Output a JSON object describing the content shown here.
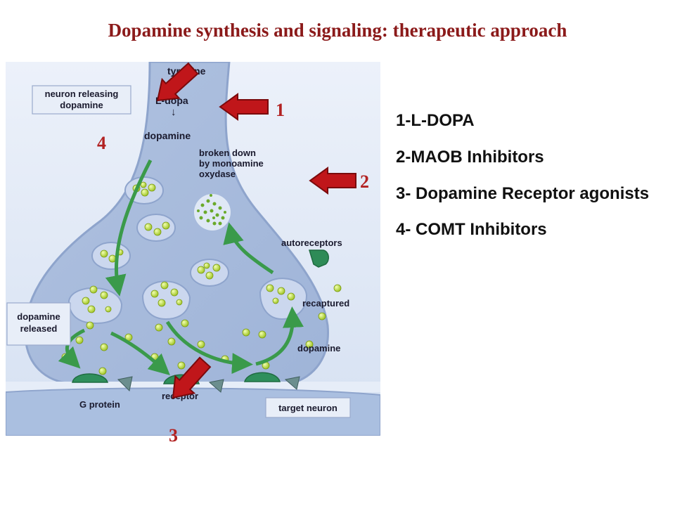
{
  "title": "Dopamine synthesis and signaling: therapeutic approach",
  "diagram": {
    "labels": {
      "tyrosine": "tyrosine",
      "ldopa": "L-dopa",
      "dopamine_top": "dopamine",
      "neuron_releasing_1": "neuron releasing",
      "neuron_releasing_2": "dopamine",
      "broken_1": "broken down",
      "broken_2": "by monoamine",
      "broken_3": "oxydase",
      "autoreceptors": "autoreceptors",
      "recaptured": "recaptured",
      "dopamine_released_1": "dopamine",
      "dopamine_released_2": "released",
      "dopamine_bottom": "dopamine",
      "g_protein": "G protein",
      "receptor": "receptor",
      "target_neuron": "target neuron"
    },
    "arrow_numbers": [
      "1",
      "2",
      "3",
      "4"
    ]
  },
  "therapies": [
    "1-L-DOPA",
    "2-MAOB Inhibitors",
    "3- Dopamine Receptor agonists",
    "4- COMT Inhibitors"
  ],
  "colors": {
    "title": "#8b1a1a",
    "arrow_red": "#c0161a",
    "number_red": "#b22222",
    "neuron_blue": "#b6c7e2",
    "background_blue": "#dfe8f5",
    "vesicle_dot": "#c6e04a",
    "receptor_green": "#2e8b57"
  }
}
